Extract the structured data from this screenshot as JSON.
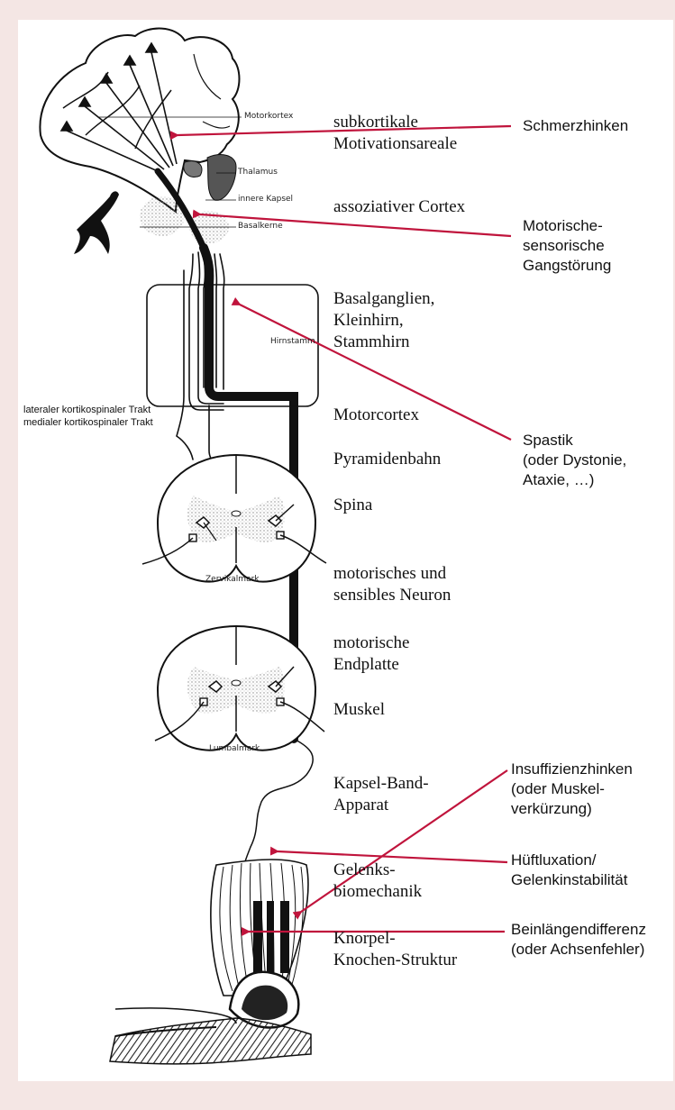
{
  "colors": {
    "page_background": "#f4e6e4",
    "panel_background": "#ffffff",
    "arrow": "#c0143c",
    "ink": "#111111"
  },
  "anatomy_labels": {
    "motorkortex": "Motorkortex",
    "thalamus": "Thalamus",
    "innere_kapsel": "innere Kapsel",
    "basalkerne": "Basalkerne",
    "hirnstamm": "Hirnstamm",
    "zervikalmark": "Zervikalmark",
    "lumbalmark": "Lumbalmark"
  },
  "tract_labels": {
    "lateral": "lateraler kortikospinaler Trakt",
    "medial": "medialer kortikospinaler Trakt"
  },
  "level_labels": [
    "subkortikale\nMotivationsareale",
    "assoziativer Cortex",
    "Basalganglien,\nKleinhirn,\nStammhirn",
    "Motorcortex",
    "Pyramidenbahn",
    "Spina",
    "motorisches und\nsensibles Neuron",
    "motorische\nEndplatte",
    "Muskel",
    "Kapsel-Band-\nApparat",
    "Gelenks-\nbiomechanik",
    "Knorpel-\nKnochen-Struktur"
  ],
  "disorders": [
    "Schmerzhinken",
    "Motorische-\nsensorische\nGangstörung",
    "Spastik\n(oder Dystonie,\nAtaxie, …)",
    "Insuffizienzhinken\n(oder Muskel-\nverkürzung)",
    "Hüftluxation/\nGelenkinstabilität",
    "Beinlängendifferenz\n(oder Achsenfehler)"
  ]
}
